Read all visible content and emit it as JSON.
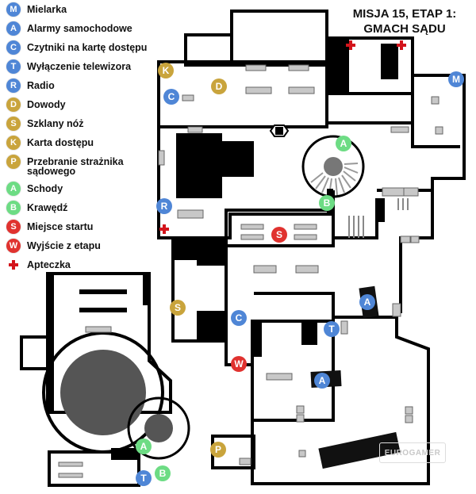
{
  "title": {
    "line1": "MISJA 15, ETAP 1:",
    "line2": "GMACH SĄDU"
  },
  "colors": {
    "blue": "#4f86d6",
    "gold": "#c9a43c",
    "green": "#6ddc84",
    "red": "#e0322f",
    "medkit": "#d3141b"
  },
  "legend": [
    {
      "letter": "M",
      "label": "Mielarka",
      "color": "blue"
    },
    {
      "letter": "A",
      "label": "Alarmy samochodowe",
      "color": "blue"
    },
    {
      "letter": "C",
      "label": "Czytniki na kartę dostępu",
      "color": "blue"
    },
    {
      "letter": "T",
      "label": "Wyłączenie telewizora",
      "color": "blue"
    },
    {
      "letter": "R",
      "label": "Radio",
      "color": "blue"
    },
    {
      "letter": "D",
      "label": "Dowody",
      "color": "gold"
    },
    {
      "letter": "S",
      "label": "Szklany nóż",
      "color": "gold"
    },
    {
      "letter": "K",
      "label": "Karta dostępu",
      "color": "gold"
    },
    {
      "letter": "P",
      "label": "Przebranie strażnika sądowego",
      "color": "gold"
    },
    {
      "letter": "A",
      "label": "Schody",
      "color": "green"
    },
    {
      "letter": "B",
      "label": "Krawędź",
      "color": "green"
    },
    {
      "letter": "S",
      "label": "Miejsce startu",
      "color": "red"
    },
    {
      "letter": "W",
      "label": "Wyjście z etapu",
      "color": "red"
    },
    {
      "letter": "",
      "label": "Apteczka",
      "color": "medkit"
    }
  ],
  "markers": [
    {
      "letter": "M",
      "color": "blue"
    },
    {
      "letter": "C",
      "color": "blue"
    },
    {
      "letter": "C",
      "color": "blue"
    },
    {
      "letter": "R",
      "color": "blue"
    },
    {
      "letter": "T",
      "color": "blue"
    },
    {
      "letter": "T",
      "color": "blue"
    },
    {
      "letter": "A",
      "color": "blue"
    },
    {
      "letter": "A",
      "color": "blue"
    },
    {
      "letter": "K",
      "color": "gold"
    },
    {
      "letter": "D",
      "color": "gold"
    },
    {
      "letter": "S",
      "color": "gold"
    },
    {
      "letter": "P",
      "color": "gold"
    },
    {
      "letter": "A",
      "color": "green"
    },
    {
      "letter": "A",
      "color": "green"
    },
    {
      "letter": "B",
      "color": "green"
    },
    {
      "letter": "B",
      "color": "green"
    },
    {
      "letter": "S",
      "color": "red"
    },
    {
      "letter": "W",
      "color": "red"
    }
  ],
  "watermark": "EUROGAMER"
}
